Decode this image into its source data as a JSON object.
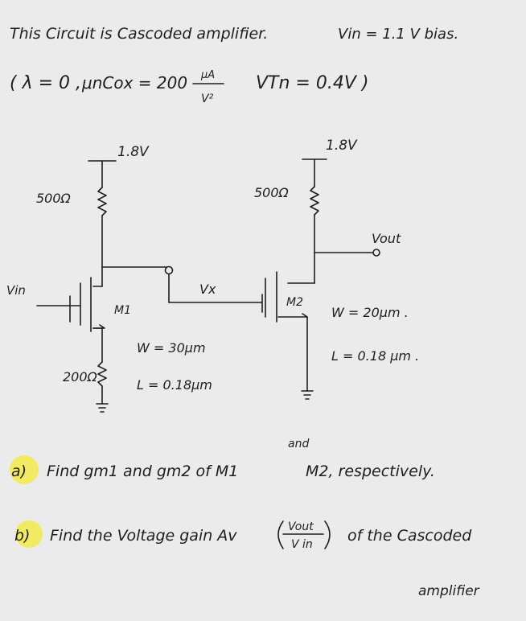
{
  "intro": {
    "line1": "This Circuit is Cascoded amplifier.",
    "vin_bias": "Vin = 1.1 V bias.",
    "params_lambda": "( λ = 0 ,",
    "params_mun": "μnCox = 200",
    "params_unit_num": "μA",
    "params_unit_den": "V²",
    "params_vtn": "VTn = 0.4V )"
  },
  "circuit": {
    "vdd1": "1.8V",
    "vdd2": "1.8V",
    "rd1": "500Ω",
    "rd2": "500Ω",
    "rs1": "200Ω",
    "vin": "Vin",
    "vx": "Vx",
    "vout": "Vout",
    "m1": "M1",
    "m2": "M2",
    "w1": "W = 30μm",
    "l1": "L = 0.18μm",
    "w2": "W = 20μm .",
    "l2": "L = 0.18 μm ."
  },
  "questions": {
    "a_mark": "a)",
    "a_text": "Find gm1 and gm2 of M1",
    "a_and": "and",
    "a_tail": "M2, respectively.",
    "b_mark": "b)",
    "b_text": "Find the Voltage gain Av",
    "b_frac_num": "Vout",
    "b_frac_den": "V in",
    "b_tail": "of the Cascoded",
    "b_tail2": "amplifier"
  }
}
